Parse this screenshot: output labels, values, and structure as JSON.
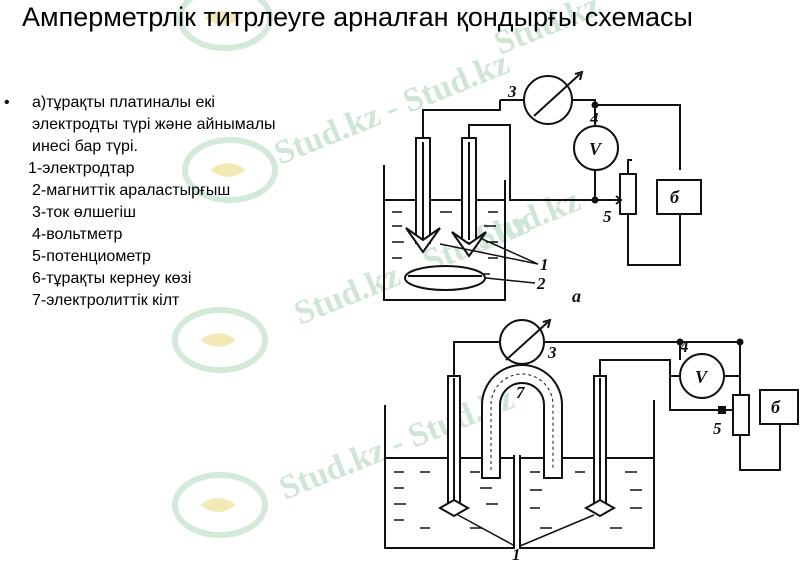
{
  "title": "Амперметрлік титрлеуге арналған қондырғы схемасы",
  "bullet": {
    "marker": "•",
    "intro_lines": [
      "а)тұрақты платиналы екі",
      "электродты түрі және айнымалы",
      "инесі бар түрі."
    ],
    "items": [
      "1-электродтар",
      "2-магниттік араластырғыш",
      "3-ток өлшегіш",
      "4-вольтметр",
      "5-потенциометр",
      "6-тұрақты кернеу көзі",
      "7-электролиттік кілт"
    ]
  },
  "diagram_a": {
    "caption": "а",
    "label_1": "1",
    "label_2": "2",
    "label_3": "3",
    "label_4": "4",
    "label_5": "5",
    "voltmeter": "V",
    "source": "б"
  },
  "diagram_b": {
    "label_1": "1",
    "label_3": "3",
    "label_4": "4",
    "label_5": "5",
    "label_7": "7",
    "voltmeter": "V",
    "source": "б"
  },
  "watermark": {
    "text_1": "Stud.kz - Stud.kz",
    "text_2": "Stud.kz - Stud.kz",
    "text_3": "Stud.kz - Stud.kz",
    "text_4": "Stud.kz",
    "text_5": "Stud.kz"
  },
  "colors": {
    "watermark": "#b9dcc4",
    "ink": "#111111"
  }
}
